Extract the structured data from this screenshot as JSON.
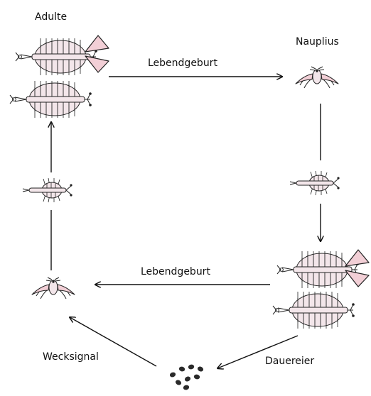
{
  "labels": {
    "adult": "Adulte",
    "nauplius": "Nauplius",
    "live_birth_top": "Lebendgeburt",
    "live_birth_bottom": "Lebendgeburt",
    "wake_signal": "Wecksignal",
    "dormant_eggs": "Dauereier"
  },
  "colors": {
    "body_fill": "#f3e6ea",
    "appendage_fill": "#f2cfd6",
    "outline": "#222222",
    "egg": "#2a2a2a",
    "arrow": "#111111"
  }
}
